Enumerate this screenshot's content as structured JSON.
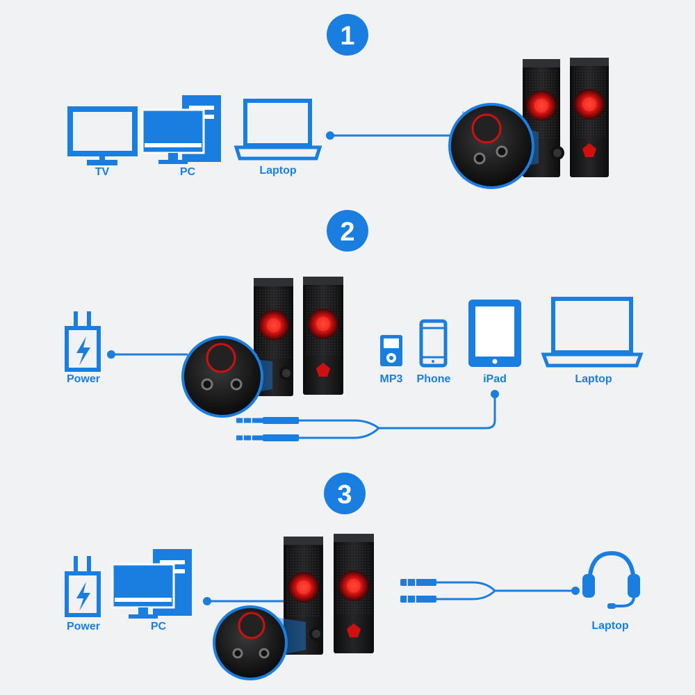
{
  "colors": {
    "accent": "#1a7de0",
    "background": "#f1f2f4",
    "speaker_body": "#1c1c1e",
    "speaker_glow": "#e01414"
  },
  "steps": [
    {
      "number": "1",
      "devices": [
        {
          "icon": "tv-icon",
          "label": "TV"
        },
        {
          "icon": "desktop-pc-icon",
          "label": "PC"
        },
        {
          "icon": "laptop-icon",
          "label": "Laptop"
        }
      ]
    },
    {
      "number": "2",
      "devices": [
        {
          "icon": "power-adapter-icon",
          "label": "Power"
        },
        {
          "icon": "mp3-player-icon",
          "label": "MP3"
        },
        {
          "icon": "phone-icon",
          "label": "Phone"
        },
        {
          "icon": "tablet-icon",
          "label": "iPad"
        },
        {
          "icon": "laptop-icon",
          "label": "Laptop"
        }
      ]
    },
    {
      "number": "3",
      "devices": [
        {
          "icon": "power-adapter-icon",
          "label": "Power"
        },
        {
          "icon": "desktop-pc-icon",
          "label": "PC"
        },
        {
          "icon": "headset-icon",
          "label": "Laptop"
        }
      ]
    }
  ]
}
